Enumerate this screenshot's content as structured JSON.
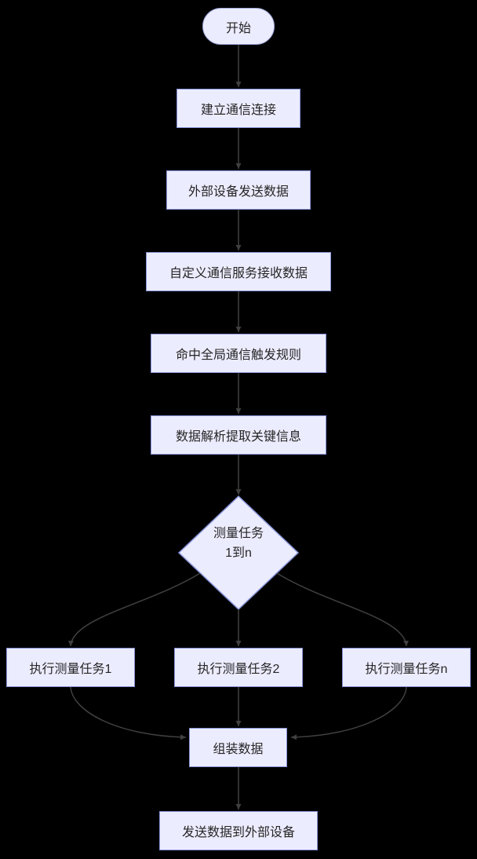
{
  "diagram": {
    "type": "flowchart",
    "direction": "top-down",
    "colors": {
      "background": "#000000",
      "node_fill": "#ECECFF",
      "node_border": "#8794D8",
      "stadium_border": "#9FA8DC",
      "edge": "#404040",
      "text": "#262626"
    },
    "nodes": {
      "start": {
        "label": "开始",
        "shape": "stadium"
      },
      "step1": {
        "label": "建立通信连接",
        "shape": "rect"
      },
      "step2": {
        "label": "外部设备发送数据",
        "shape": "rect"
      },
      "step3": {
        "label": "自定义通信服务接收数据",
        "shape": "rect"
      },
      "step4": {
        "label": "命中全局通信触发规则",
        "shape": "rect"
      },
      "step5": {
        "label": "数据解析提取关键信息",
        "shape": "rect"
      },
      "decision": {
        "label_line1": "测量任务",
        "label_line2": "1到n",
        "shape": "diamond"
      },
      "task1": {
        "label": "执行测量任务1",
        "shape": "rect"
      },
      "task2": {
        "label": "执行测量任务2",
        "shape": "rect"
      },
      "taskn": {
        "label": "执行测量任务n",
        "shape": "rect"
      },
      "assemble": {
        "label": "组装数据",
        "shape": "rect"
      },
      "send": {
        "label": "发送数据到外部设备",
        "shape": "rect"
      }
    },
    "edges": [
      {
        "from": "start",
        "to": "step1"
      },
      {
        "from": "step1",
        "to": "step2"
      },
      {
        "from": "step2",
        "to": "step3"
      },
      {
        "from": "step3",
        "to": "step4"
      },
      {
        "from": "step4",
        "to": "step5"
      },
      {
        "from": "step5",
        "to": "decision"
      },
      {
        "from": "decision",
        "to": "task1"
      },
      {
        "from": "decision",
        "to": "task2"
      },
      {
        "from": "decision",
        "to": "taskn"
      },
      {
        "from": "task1",
        "to": "assemble"
      },
      {
        "from": "task2",
        "to": "assemble"
      },
      {
        "from": "taskn",
        "to": "assemble"
      },
      {
        "from": "assemble",
        "to": "send"
      }
    ]
  }
}
